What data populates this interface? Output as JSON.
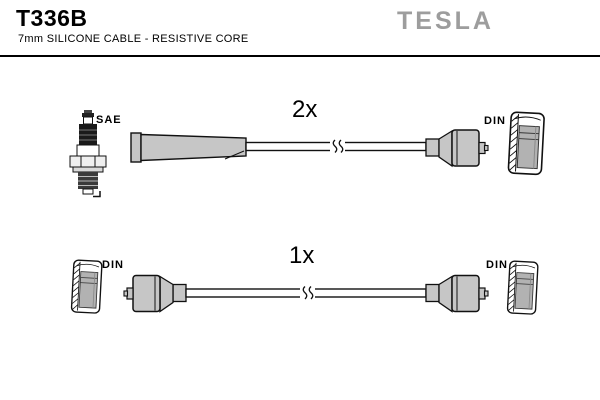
{
  "header": {
    "part_number": "T336B",
    "description": "7mm SILICONE CABLE - RESISTIVE CORE",
    "brand_logo": "TESLA"
  },
  "colors": {
    "background": "#ffffff",
    "outline": "#111111",
    "part_fill": "#c6c6c6",
    "cap_inner_fill": "#b2b2b2",
    "brand_gray": "#9d9d9d",
    "text": "#000000"
  },
  "rows": [
    {
      "quantity": "2x",
      "left_terminal": "SAE",
      "right_terminal": "DIN",
      "left_end": "spark-plug with SAE terminal, straight boot",
      "right_end": "DIN cylinder connector with protective cap"
    },
    {
      "quantity": "1x",
      "left_terminal": "DIN",
      "right_terminal": "DIN",
      "left_end": "DIN cylinder connector with protective cap",
      "right_end": "DIN cylinder connector with protective cap"
    }
  ]
}
